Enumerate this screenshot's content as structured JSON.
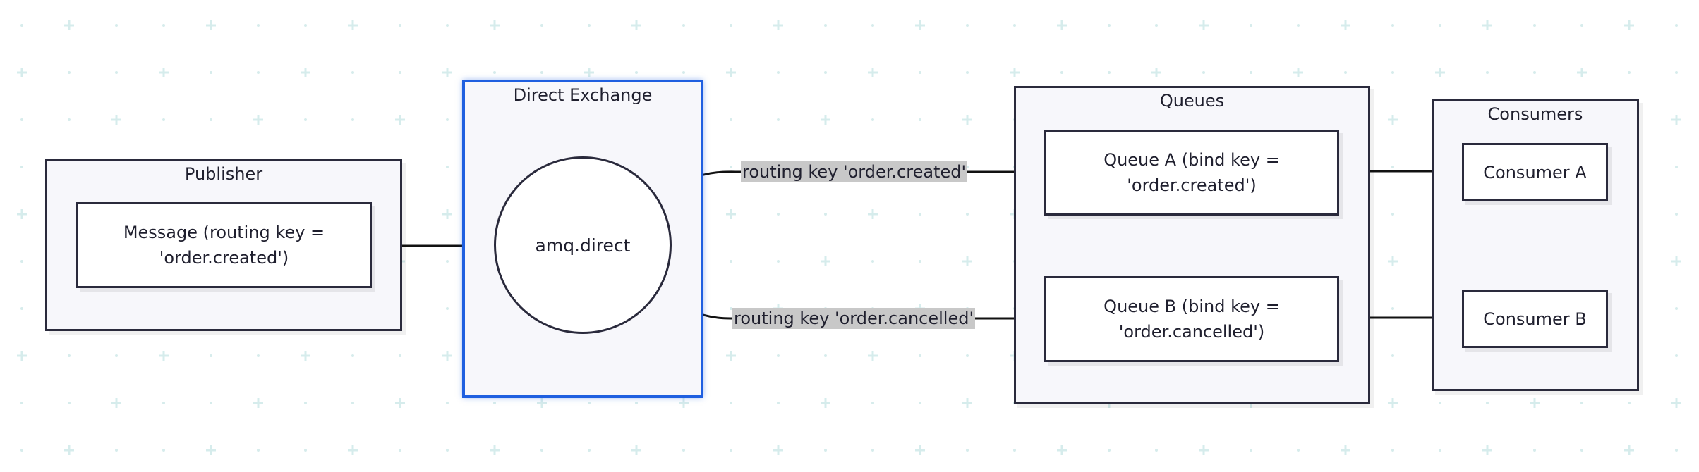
{
  "diagram": {
    "publisher": {
      "title": "Publisher",
      "message": "Message (routing key =\n'order.created')"
    },
    "exchange": {
      "title": "Direct Exchange",
      "name": "amq.direct"
    },
    "queues": {
      "title": "Queues",
      "queue_a": "Queue A (bind key =\n'order.created')",
      "queue_b": "Queue B (bind key =\n'order.cancelled')"
    },
    "consumers": {
      "title": "Consumers",
      "consumer_a": "Consumer A",
      "consumer_b": "Consumer B"
    },
    "edges": {
      "route_created": "routing key 'order.created'",
      "route_cancelled": "routing key 'order.cancelled'"
    }
  },
  "colors": {
    "selection": "#1f5fe0",
    "grid_marks": "#d6ecec",
    "group_fill": "#f7f7fb",
    "stroke": "#2a2a3c",
    "label_bg": "#c8c8c8"
  }
}
